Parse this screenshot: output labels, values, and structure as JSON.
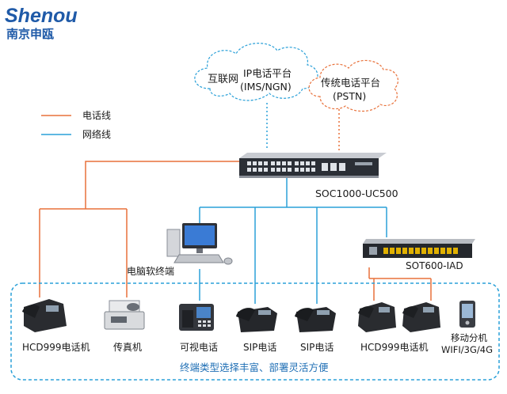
{
  "logo": {
    "en": "Shenou",
    "cn": "南京申瓯"
  },
  "clouds": {
    "internet": {
      "label": "互联网",
      "line1": "IP电话平台",
      "line2": "(IMS/NGN)"
    },
    "pstn": {
      "line1": "传统电话平台",
      "line2": "(PSTN)"
    }
  },
  "legend": {
    "phone_line": "电话线",
    "network_line": "网络线"
  },
  "devices": {
    "main_switch": "SOC1000-UC500",
    "iad": "SOT600-IAD",
    "pc": "电脑软终端"
  },
  "terminals": [
    "HCD999电话机",
    "传真机",
    "可视电话",
    "SIP电话",
    "SIP电话",
    "HCD999电话机",
    "移动分机",
    "WIFI/3G/4G"
  ],
  "caption": "终端类型选择丰富、部署灵活方便",
  "colors": {
    "phone_line": "#e8713a",
    "network_line": "#2aa0d8",
    "brand": "#1f5aa8"
  }
}
